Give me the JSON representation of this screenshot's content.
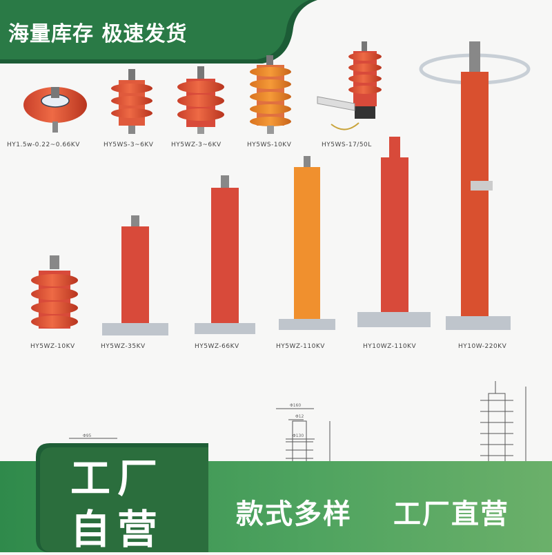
{
  "header": {
    "title": "海量库存 极速发货",
    "colors": {
      "dark_green": "#1c5c36",
      "green": "#2f8a4b"
    }
  },
  "products": [
    {
      "model": "HY1.5w-0.22~0.66KV",
      "icon": "arrester-disc-icon"
    },
    {
      "model": "HY5WS-3~6KV",
      "icon": "arrester-small-icon"
    },
    {
      "model": "HY5WZ-3~6KV",
      "icon": "arrester-small-icon"
    },
    {
      "model": "HY5WS-10KV",
      "icon": "arrester-small-icon"
    },
    {
      "model": "HY5WS-17/50L",
      "icon": "arrester-bracket-icon"
    },
    {
      "model": "HY5WZ-10KV",
      "icon": "arrester-short-icon"
    },
    {
      "model": "HY5WZ-35KV",
      "icon": "arrester-medium-icon"
    },
    {
      "model": "HY5WZ-66KV",
      "icon": "arrester-medium-icon"
    },
    {
      "model": "HY5WZ-110KV",
      "icon": "arrester-tall-icon"
    },
    {
      "model": "HY10WZ-110KV",
      "icon": "arrester-tall-icon"
    },
    {
      "model": "HY10W-220KV",
      "icon": "arrester-ring-icon"
    }
  ],
  "drawings": {
    "dims": [
      "Φ95",
      "Φ160",
      "Φ12",
      "Φ130"
    ]
  },
  "footer": {
    "badge_line1": "工厂",
    "badge_line2": "自营",
    "slogan_left": "款式多样",
    "slogan_right": "工厂直营",
    "colors": {
      "badge": "#2b6e3d",
      "bar": "#4ea35f"
    }
  }
}
